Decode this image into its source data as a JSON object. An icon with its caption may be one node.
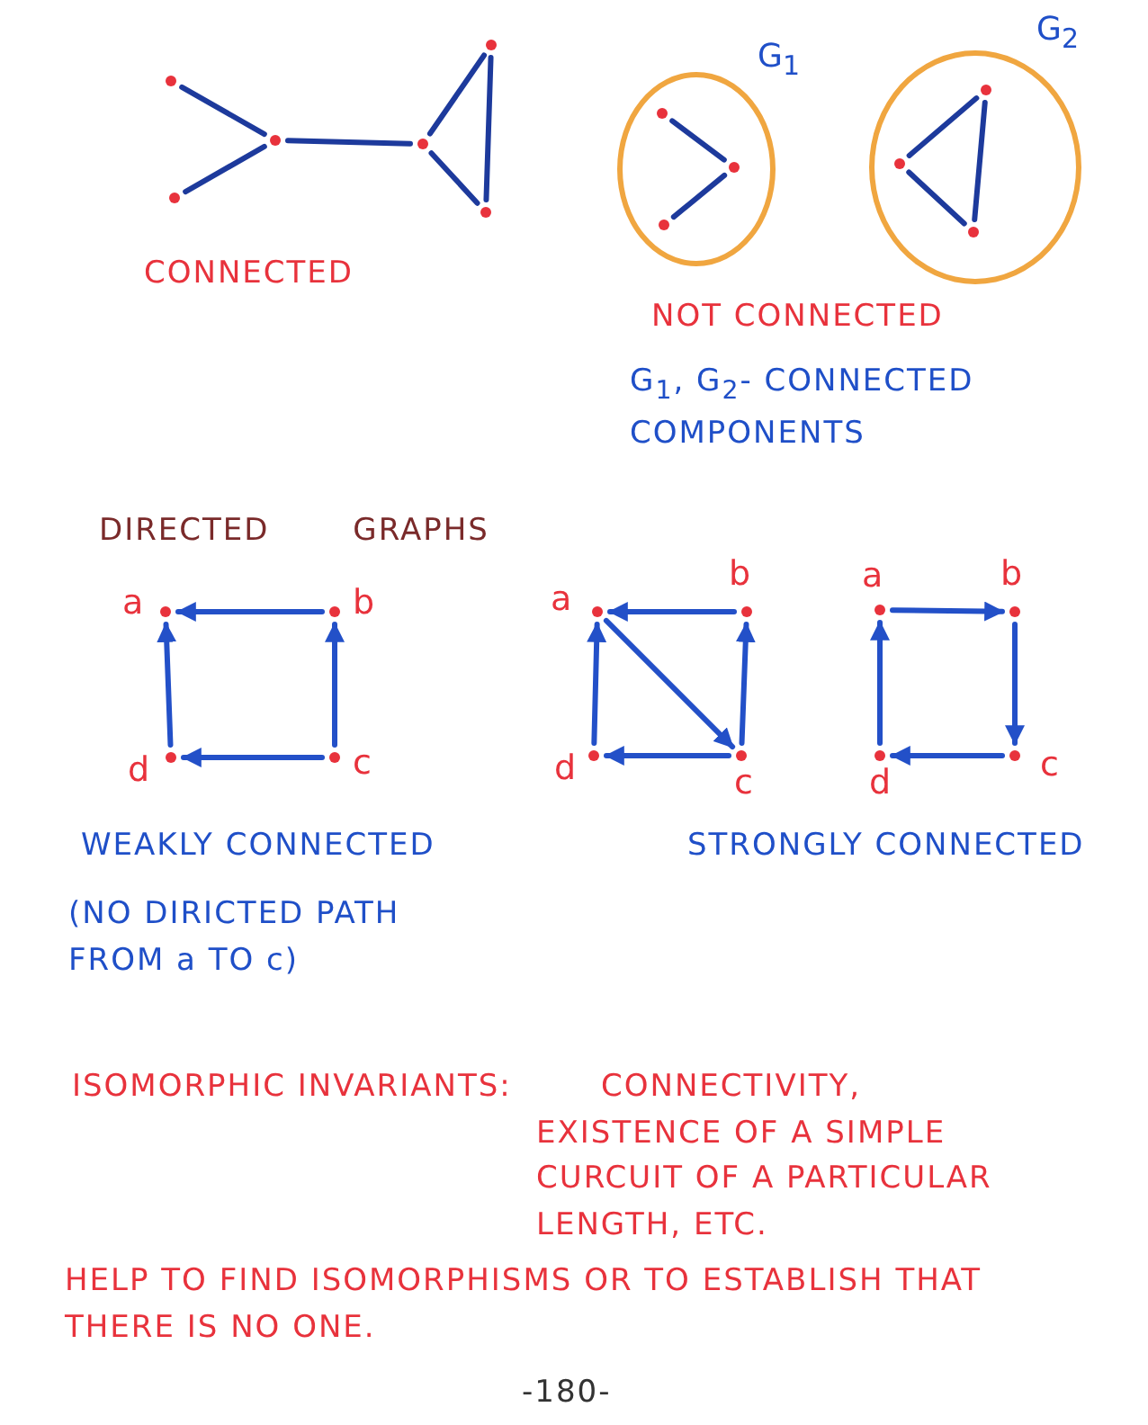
{
  "diagram": {
    "nodes": [
      {
        "text": [],
        "shape": "circle"
      },
      {
        "text": [],
        "shape": "circle"
      },
      {
        "text": [],
        "shape": "circle"
      },
      {
        "text": [],
        "shape": "circle"
      },
      {
        "text": [],
        "shape": "circle"
      },
      {
        "text": [],
        "shape": "circle"
      },
      {
        "text": [
          "G$_{1}$"
        ]
      },
      {
        "text": [],
        "shape": "circle",
        "in": 6
      },
      {
        "text": [],
        "shape": "circle",
        "in": 6
      },
      {
        "text": [],
        "shape": "circle",
        "in": 6
      },
      {
        "text": [
          "G$_{2}$"
        ]
      },
      {
        "text": [],
        "shape": "circle",
        "in": 10
      },
      {
        "text": [],
        "shape": "circle",
        "in": 10
      },
      {
        "text": [],
        "shape": "circle",
        "in": 10
      },
      {
        "text": [],
        "shape": "circle",
        "beside": [
          "a"
        ]
      },
      {
        "text": [],
        "shape": "circle",
        "beside": [
          "b"
        ]
      },
      {
        "text": [],
        "shape": "circle",
        "beside": [
          "d"
        ]
      },
      {
        "text": [],
        "shape": "circle",
        "beside": [
          "c"
        ]
      },
      {
        "text": [],
        "shape": "circle",
        "beside": [
          "a"
        ]
      },
      {
        "text": [],
        "shape": "circle",
        "beside": [
          "b"
        ]
      },
      {
        "text": [],
        "shape": "circle",
        "beside": [
          "d"
        ]
      },
      {
        "text": [],
        "shape": "circle",
        "beside": [
          "c"
        ]
      },
      {
        "text": [],
        "shape": "circle",
        "beside": [
          "a"
        ]
      },
      {
        "text": [],
        "shape": "circle",
        "beside": [
          "b"
        ]
      },
      {
        "text": [],
        "shape": "circle",
        "beside": [
          "d"
        ]
      },
      {
        "text": [],
        "shape": "circle",
        "beside": [
          "c"
        ]
      }
    ],
    "edges": [
      {
        "from": 0,
        "to": 2,
        "arrow": "none"
      },
      {
        "from": 1,
        "to": 2,
        "arrow": "none"
      },
      {
        "from": 2,
        "to": 3,
        "arrow": "none"
      },
      {
        "from": 3,
        "to": 4,
        "arrow": "none"
      },
      {
        "from": 3,
        "to": 5,
        "arrow": "none"
      },
      {
        "from": 4,
        "to": 5,
        "arrow": "none"
      },
      {
        "from": 7,
        "to": 8,
        "arrow": "none"
      },
      {
        "from": 9,
        "to": 8,
        "arrow": "none"
      },
      {
        "from": 11,
        "to": 12,
        "arrow": "none"
      },
      {
        "from": 12,
        "to": 13,
        "arrow": "none"
      },
      {
        "from": 11,
        "to": 13,
        "arrow": "none"
      },
      {
        "from": 15,
        "to": 14,
        "arrow": "to"
      },
      {
        "from": 16,
        "to": 14,
        "arrow": "to"
      },
      {
        "from": 17,
        "to": 15,
        "arrow": "to"
      },
      {
        "from": 17,
        "to": 16,
        "arrow": "to"
      },
      {
        "from": 19,
        "to": 18,
        "arrow": "to"
      },
      {
        "from": 20,
        "to": 18,
        "arrow": "to"
      },
      {
        "from": 18,
        "to": 21,
        "arrow": "to"
      },
      {
        "from": 21,
        "to": 19,
        "arrow": "to"
      },
      {
        "from": 21,
        "to": 20,
        "arrow": "to"
      },
      {
        "from": 22,
        "to": 23,
        "arrow": "to"
      },
      {
        "from": 23,
        "to": 25,
        "arrow": "to"
      },
      {
        "from": 25,
        "to": 24,
        "arrow": "to"
      },
      {
        "from": 24,
        "to": 22,
        "arrow": "to"
      }
    ],
    "labels": [
      "CONNECTED",
      "NOT CONNECTED",
      "G$_{1}$, G$_{2}$- CONNECTED COMPONENTS",
      "DIRECTED GRAPHS",
      "WEAKLY CONNECTED",
      "(NO DIRICTED PATH FROM a TO c)",
      "STRONGLY CONNECTED",
      "ISOMORPHIC INVARIANTS:",
      "CONNECTIVITY, EXISTENCE OF A SIMPLE CURCUIT OF A PARTICULAR LENGTH, ETC.",
      "HELP TO FIND ISOMORPHISMS OR TO ESTABLISH THAT THERE IS NO ONE.",
      "-180-"
    ]
  }
}
